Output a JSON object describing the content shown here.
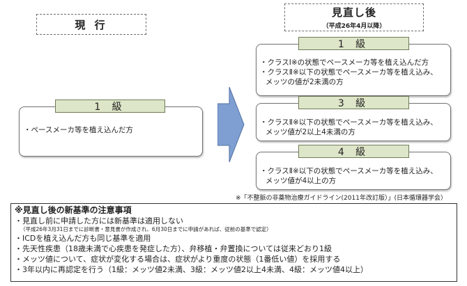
{
  "current": {
    "header": "現 行",
    "grade": "1 級",
    "text": "・ペースメーカ等を植え込んだ方"
  },
  "revised": {
    "header": "見直し後",
    "subheader": "（平成26年4月以降）",
    "grades": [
      {
        "grade": "1 級",
        "lines": [
          "・クラスⅠ※の状態でペースメーカ等を植え込んだ方",
          "・クラスⅡ※以下の状態でペースメーカ等を植え込み、",
          "メッツの値が2未満の方"
        ]
      },
      {
        "grade": "3 級",
        "lines": [
          "・クラスⅡ※以下の状態でペースメーカ等を植え込み、",
          "メッツ値が2以上4未満の方"
        ]
      },
      {
        "grade": "4 級",
        "lines": [
          "・クラスⅡ※以下の状態でペースメーカ等を植え込み、",
          "メッツ値が4以上の方"
        ]
      }
    ]
  },
  "footnote": "※「不整脈の非薬物治療ガイドライン(2011年改訂版）」(日本循環器学会）",
  "notes": {
    "title": "※見直し後の新基準の注意事項",
    "line1": "・見直し前に申請した方には新基準は適用しない",
    "small": "（平成26年3月31日までに診断書・意見書が作成され、6月30日までに申請があれば、従前の基準で認定）",
    "line2": "・ICDを植え込んだ方も同じ基準を適用",
    "line3": "・先天性疾患（18歳未満で心疾患を発症した方）、弁移植・弁置換については従来どおり1級",
    "line4": "・メッツ値について、症状が変化する場合は、症状がより重度の状態（1番低い値）を採用する",
    "line5": "・3年以内に再認定を行う（1級：メッツ値2未満、3級：メッツ値2以上4未満、4級：メッツ値4以上）"
  },
  "colors": {
    "grade_label_fill": "#dde6c8",
    "arrow_fill": "#7f9fd3"
  }
}
